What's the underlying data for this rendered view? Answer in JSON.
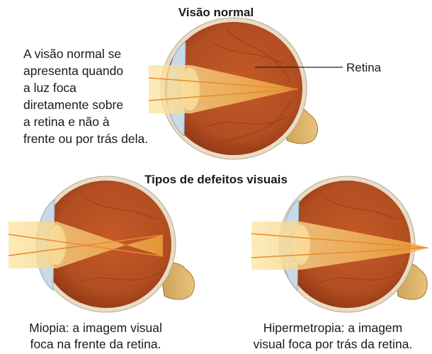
{
  "normal": {
    "title": "Visão normal",
    "description_lines": [
      "A visão normal se",
      "apresenta quando",
      "a luz foca",
      "diretamente sobre",
      "a retina e não à",
      "frente ou por trás dela."
    ],
    "retina_label": "Retina"
  },
  "defects": {
    "title": "Tipos de defeitos visuais",
    "myopia_caption": [
      "Miopia: a imagem visual",
      "foca na frente da retina."
    ],
    "hyperopia_caption": [
      "Hipermetropia: a imagem",
      "visual foca por trás da retina."
    ]
  },
  "colors": {
    "eyeball": "#b24e22",
    "eyeball_dark": "#8f3514",
    "sclera": "#e9dcc6",
    "light_beam": "#f7b653",
    "lens": "#f4e7c6",
    "cornea": "#c9d9e6",
    "optic_nerve": "#e2b35f"
  }
}
